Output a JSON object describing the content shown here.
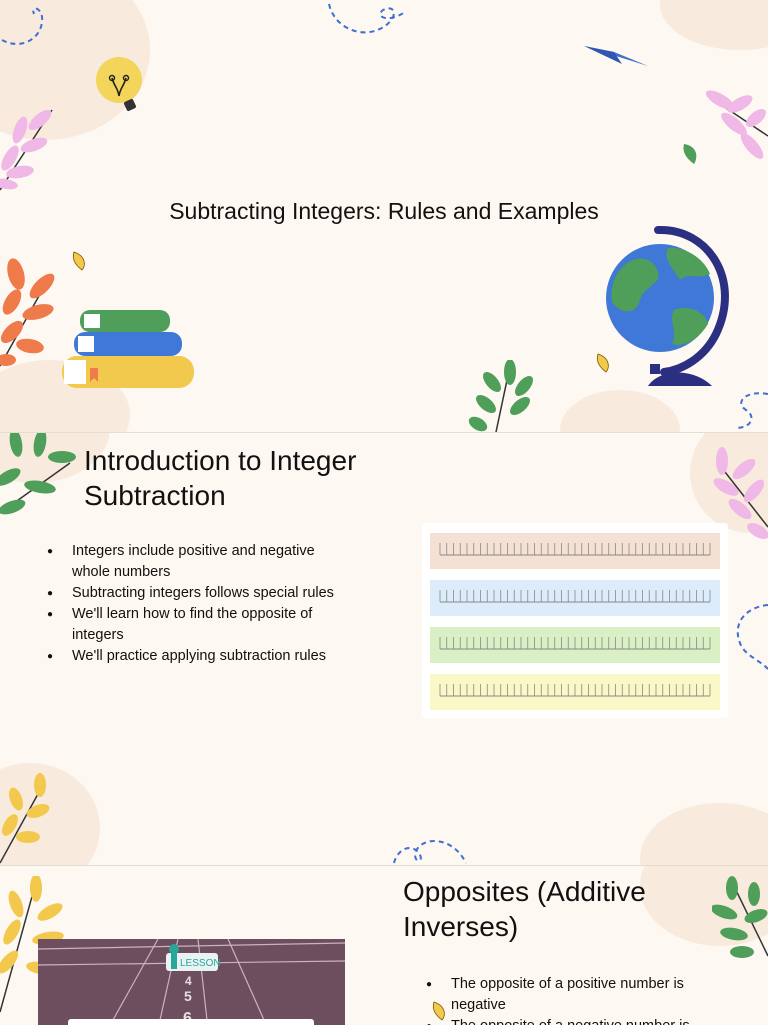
{
  "slides": [
    {
      "title": "Subtracting Integers: Rules and Examples"
    },
    {
      "title": "Introduction to Integer Subtraction",
      "bullets": [
        "Integers include positive and negative whole numbers",
        "Subtracting integers follows special rules",
        "We'll learn how to find the opposite of integers",
        "We'll practice applying subtraction rules"
      ],
      "image": {
        "strip_colors": [
          "#f5e1d3",
          "#dcecfa",
          "#d8f0c4",
          "#fbf8c8"
        ],
        "tick_color": "#888888"
      }
    },
    {
      "title": "Opposites (Additive Inverses)",
      "bullets": [
        "The opposite of a positive number is negative",
        "The opposite of a negative number is"
      ],
      "image": {
        "badge_label": "LESSON",
        "track_numbers": [
          "4",
          "5",
          "6"
        ]
      }
    }
  ],
  "colors": {
    "background": "#fdf8f1",
    "blob": "#f8ebde",
    "pink_leaf": "#efb8e6",
    "orange_leaf": "#ef7a4a",
    "green_leaf": "#4f9e5a",
    "yellow_leaf": "#f2c94c",
    "blue_dash": "#3f6fd0",
    "globe_land": "#4f9e5a",
    "globe_sea": "#3f78d6",
    "globe_stand": "#2b2f82"
  }
}
